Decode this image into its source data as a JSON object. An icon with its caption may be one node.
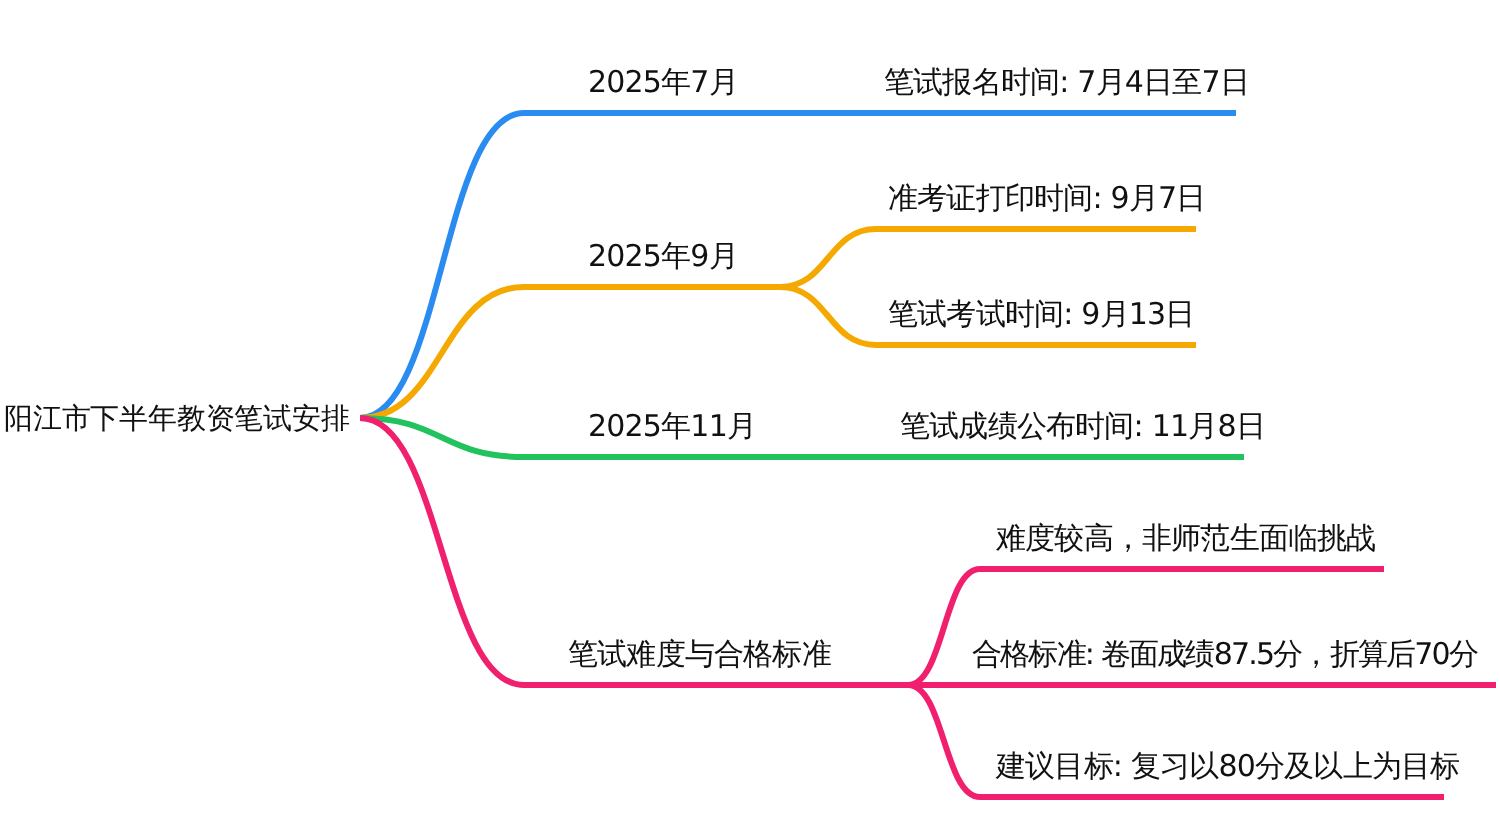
{
  "diagram": {
    "nodes": [
      {
        "text": [
          "阳江市下半年教资笔试安排"
        ]
      },
      {
        "text": [
          "2025年7月"
        ]
      },
      {
        "text": [
          "笔试报名时间: 7月4日至7日"
        ]
      },
      {
        "text": [
          "2025年9月"
        ]
      },
      {
        "text": [
          "准考证打印时间: 9月7日"
        ]
      },
      {
        "text": [
          "笔试考试时间: 9月13日"
        ]
      },
      {
        "text": [
          "2025年11月"
        ]
      },
      {
        "text": [
          "笔试成绩公布时间: 11月8日"
        ]
      },
      {
        "text": [
          "笔试难度与合格标准"
        ]
      },
      {
        "text": [
          "难度较高，非师范生面临挑战"
        ]
      },
      {
        "text": [
          "合格标准: 卷面成绩87.5分，折算后70分"
        ]
      },
      {
        "text": [
          "建议目标: 复习以80分及以上为目标"
        ]
      }
    ],
    "edges": [
      {
        "from": 0,
        "to": 1,
        "arrow": "none",
        "color": "#2a8cf0"
      },
      {
        "from": 1,
        "to": 2,
        "arrow": "none",
        "color": "#2a8cf0"
      },
      {
        "from": 0,
        "to": 3,
        "arrow": "none",
        "color": "#f5a800"
      },
      {
        "from": 3,
        "to": 4,
        "arrow": "none",
        "color": "#f5a800"
      },
      {
        "from": 3,
        "to": 5,
        "arrow": "none",
        "color": "#f5a800"
      },
      {
        "from": 0,
        "to": 6,
        "arrow": "none",
        "color": "#22c35e"
      },
      {
        "from": 6,
        "to": 7,
        "arrow": "none",
        "color": "#22c35e"
      },
      {
        "from": 0,
        "to": 8,
        "arrow": "none",
        "color": "#f0206e"
      },
      {
        "from": 8,
        "to": 9,
        "arrow": "none",
        "color": "#f0206e"
      },
      {
        "from": 8,
        "to": 10,
        "arrow": "none",
        "color": "#f0206e"
      },
      {
        "from": 8,
        "to": 11,
        "arrow": "none",
        "color": "#f0206e"
      }
    ]
  }
}
